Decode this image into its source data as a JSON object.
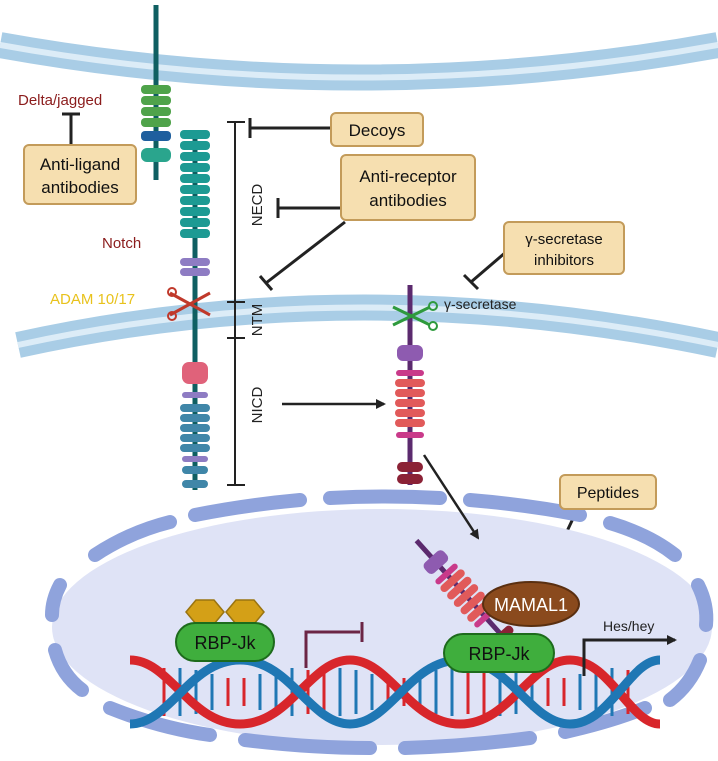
{
  "labels": {
    "delta_jagged": "Delta/jagged",
    "notch": "Notch",
    "adam": "ADAM 10/17",
    "gamma_secretase": "γ-secretase",
    "hes_hey": "Hes/hey",
    "necd": "NECD",
    "ntm": "NTM",
    "nicd": "NICD"
  },
  "boxes": {
    "anti_ligand_line1": "Anti-ligand",
    "anti_ligand_line2": "antibodies",
    "decoys": "Decoys",
    "anti_receptor_line1": "Anti-receptor",
    "anti_receptor_line2": "antibodies",
    "gamma_inhib_line1": "γ-secretase",
    "gamma_inhib_line2": "inhibitors",
    "peptides": "Peptides"
  },
  "proteins": {
    "rbp_left": "RBP-Jk",
    "rbp_right": "RBP-Jk",
    "mamal": "MAMAL1"
  },
  "colors": {
    "membrane": "#a9cde6",
    "membrane_line": "#c9e3f2",
    "box_fill": "#f6dfb0",
    "box_stroke": "#c39b5a",
    "label_red": "#8b1c1c",
    "adam_yellow": "#e8c21c",
    "nucleus_fill": "#dfe3f6",
    "nucleus_rim": "#8fa3dc",
    "notch_teal": "#1d9a93",
    "notch_dark": "#0f5f62",
    "rbp_green": "#3fae3d",
    "mamal_brown": "#8a4a1d",
    "dna_red": "#d8262b",
    "dna_blue": "#1f77b4"
  }
}
